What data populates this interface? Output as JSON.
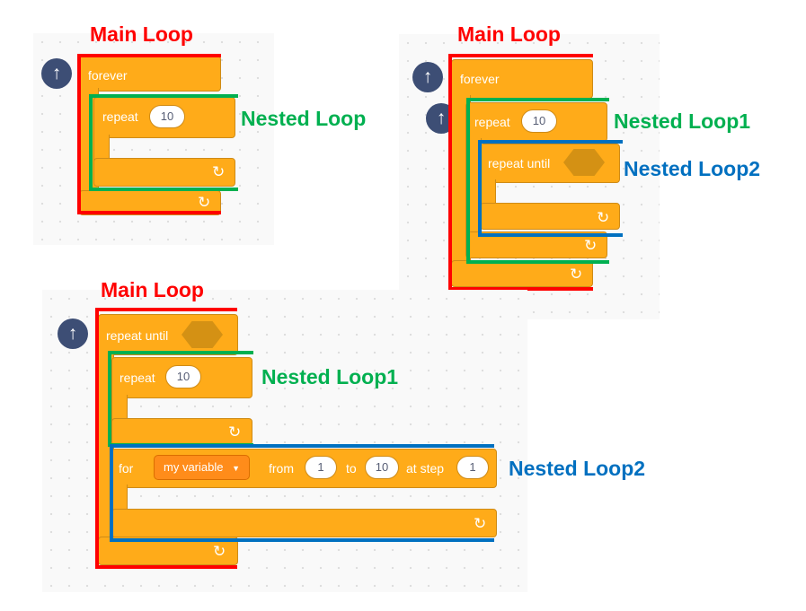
{
  "colors": {
    "block": "#ffab19",
    "block_border": "#cf8b17",
    "dropdown": "#ff8c1a",
    "boolean_slot": "#d49114",
    "button": "#3d4e75",
    "main_loop": "#ff0000",
    "nested_loop_1": "#00b050",
    "nested_loop_2": "#0070c0"
  },
  "icons": {
    "loop_arrow": "↻",
    "up_arrow": "↑"
  },
  "example1": {
    "main_label": "Main Loop",
    "nested_label": "Nested Loop",
    "outer_block": "forever",
    "inner_block": "repeat",
    "inner_count": "10"
  },
  "example2": {
    "main_label": "Main Loop",
    "nested1_label": "Nested Loop1",
    "nested2_label": "Nested Loop2",
    "outer_block": "forever",
    "mid_block": "repeat",
    "mid_count": "10",
    "inner_block": "repeat until"
  },
  "example3": {
    "main_label": "Main Loop",
    "nested1_label": "Nested Loop1",
    "nested2_label": "Nested Loop2",
    "outer_block": "repeat until",
    "repeat_block": "repeat",
    "repeat_count": "10",
    "for_keyword": "for",
    "variable": "my variable",
    "from_word": "from",
    "from_value": "1",
    "to_word": "to",
    "to_value": "10",
    "step_word": "at step",
    "step_value": "1"
  }
}
